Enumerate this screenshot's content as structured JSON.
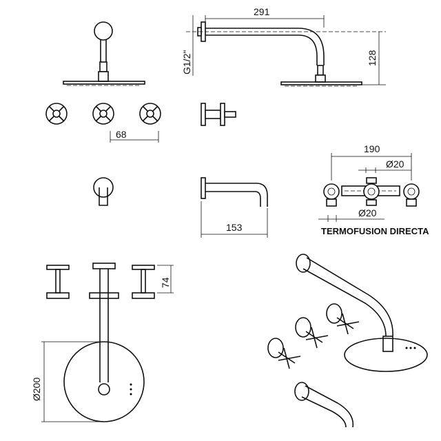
{
  "dimensions": {
    "arm_length": "291",
    "thread": "G1/2\"",
    "arm_drop": "128",
    "handle_spacing": "68",
    "valve_width": "190",
    "pipe_top": "Ø20",
    "pipe_bottom": "Ø20",
    "spout_length": "153",
    "handle_height": "74",
    "head_diameter": "Ø200"
  },
  "labels": {
    "valve_caption": "TERMOFUSION DIRECTA"
  },
  "colors": {
    "line": "#111111",
    "background": "#ffffff"
  }
}
